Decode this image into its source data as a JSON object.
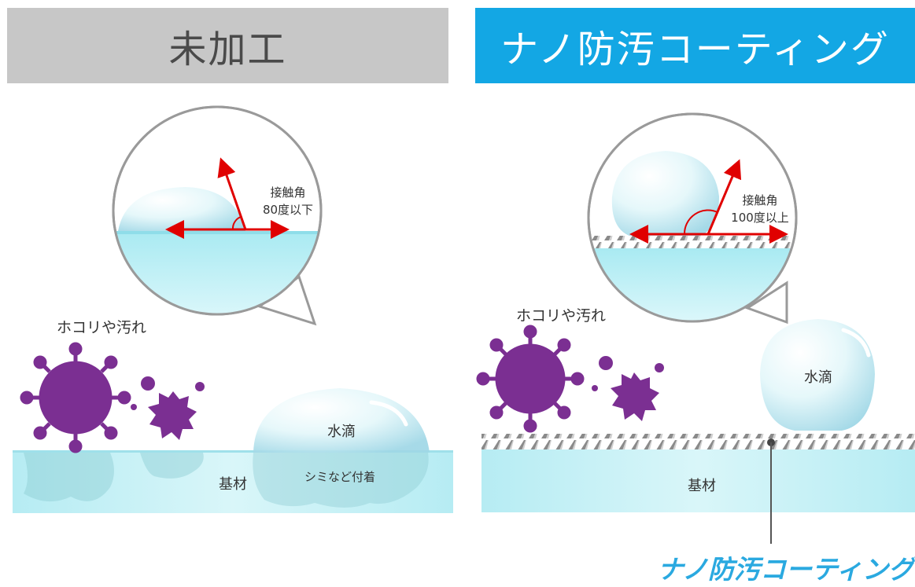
{
  "left_panel": {
    "title": "未加工",
    "bubble": {
      "label_line1": "接触角",
      "label_line2": "80度以下"
    },
    "dirt_label": "ホコリや汚れ",
    "droplet_label": "水滴",
    "substrate_label": "基材",
    "stain_label": "シミなど付着"
  },
  "right_panel": {
    "title": "ナノ防汚コーティング",
    "bubble": {
      "label_line1": "接触角",
      "label_line2": "100度以上"
    },
    "dirt_label": "ホコリや汚れ",
    "droplet_label": "水滴",
    "substrate_label": "基材",
    "coating_callout": "ナノ防汚コーティング"
  },
  "colors": {
    "left_header_bg": "#c7c7c7",
    "right_header_bg": "#13a7e4",
    "dirt": "#7b2f92",
    "arrow": "#e00000",
    "water": "#bdeff5",
    "callout_fill": "#2aa9e0"
  }
}
